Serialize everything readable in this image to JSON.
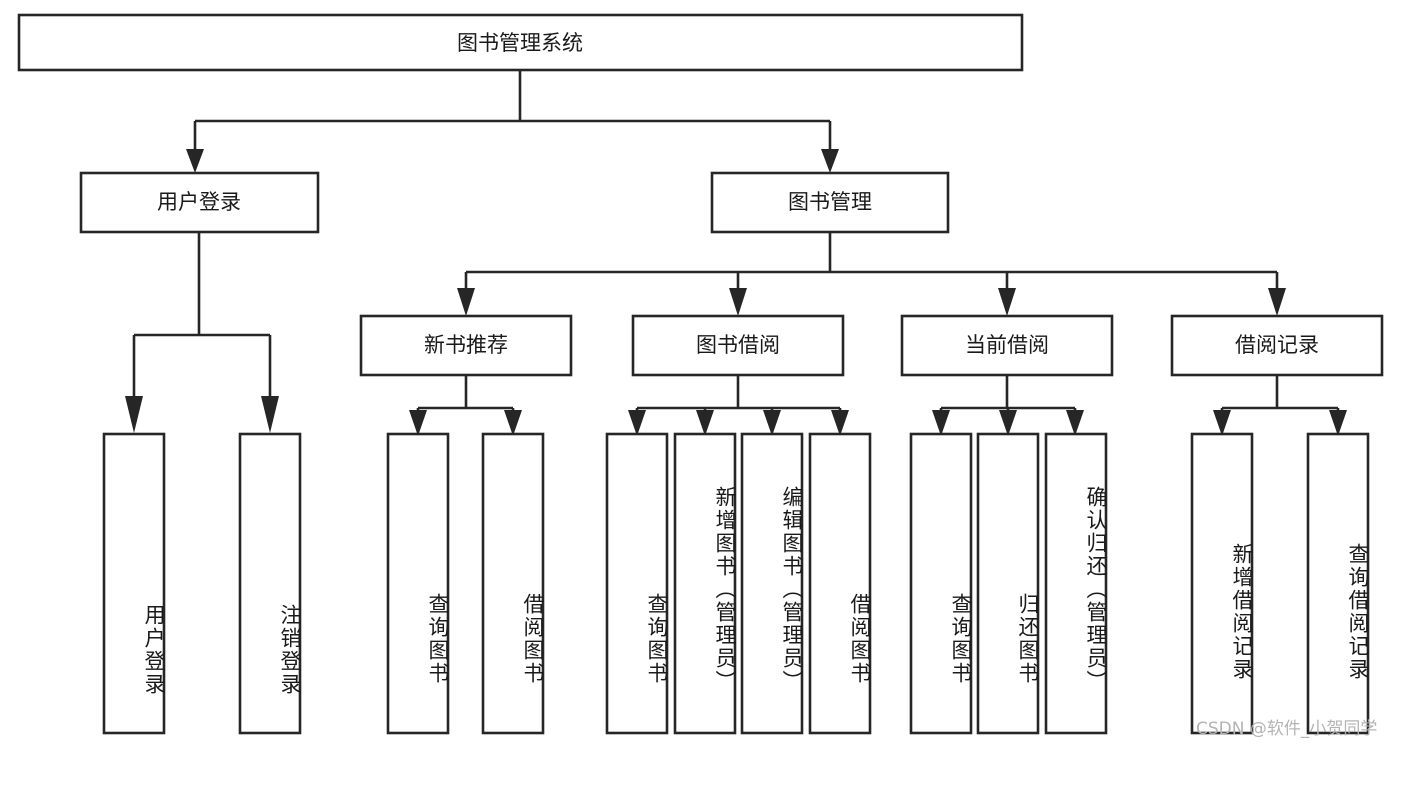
{
  "diagram": {
    "title": "图书管理系统",
    "type": "tree",
    "orientation": "top-down",
    "root": {
      "id": "root",
      "label": "图书管理系统"
    },
    "level2": [
      {
        "id": "user-login",
        "label": "用户登录"
      },
      {
        "id": "book-manage",
        "label": "图书管理"
      }
    ],
    "level3": [
      {
        "id": "new-book-rec",
        "label": "新书推荐",
        "parent": "book-manage"
      },
      {
        "id": "book-borrow",
        "label": "图书借阅",
        "parent": "book-manage"
      },
      {
        "id": "current-borrow",
        "label": "当前借阅",
        "parent": "book-manage"
      },
      {
        "id": "borrow-record",
        "label": "借阅记录",
        "parent": "book-manage"
      }
    ],
    "leaves": {
      "user-login": [
        {
          "id": "leaf-user-login",
          "label": "用户登录"
        },
        {
          "id": "leaf-user-logout",
          "label": "注销登录"
        }
      ],
      "new-book-rec": [
        {
          "id": "leaf-query-book-1",
          "label": "查询图书"
        },
        {
          "id": "leaf-borrow-book-1",
          "label": "借阅图书"
        }
      ],
      "book-borrow": [
        {
          "id": "leaf-query-book-2",
          "label": "查询图书"
        },
        {
          "id": "leaf-add-book",
          "label": "新增图书（管理员）"
        },
        {
          "id": "leaf-edit-book",
          "label": "编辑图书（管理员）"
        },
        {
          "id": "leaf-borrow-book-2",
          "label": "借阅图书"
        }
      ],
      "current-borrow": [
        {
          "id": "leaf-query-book-3",
          "label": "查询图书"
        },
        {
          "id": "leaf-return-book",
          "label": "归还图书"
        },
        {
          "id": "leaf-confirm-return",
          "label": "确认归还（管理员）"
        }
      ],
      "borrow-record": [
        {
          "id": "leaf-add-record",
          "label": "新增借阅记录"
        },
        {
          "id": "leaf-query-record",
          "label": "查询借阅记录"
        }
      ]
    },
    "colors": {
      "stroke": "#262626",
      "box_fill": "#ffffff",
      "text": "#1a1a1a",
      "background": "#ffffff",
      "watermark": "#b4b4b4"
    }
  },
  "watermark": {
    "text": "CSDN @软件_小贺同学"
  }
}
